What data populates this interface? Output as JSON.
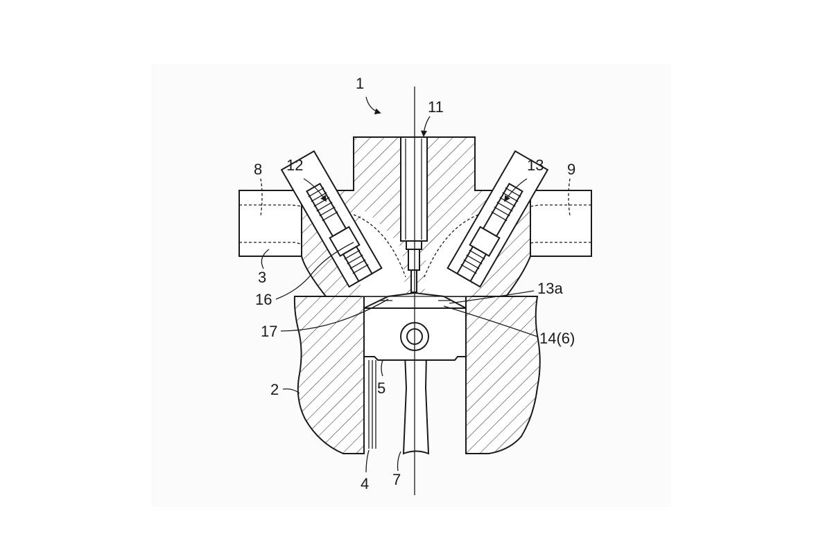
{
  "labels": {
    "engine": "1",
    "cylinder_block": "2",
    "cylinder_head": "3",
    "cylinder_bore": "4",
    "piston": "5",
    "connecting_rod": "7",
    "intake_port": "8",
    "exhaust_port": "9",
    "injector": "11",
    "first_spark_plug": "12",
    "second_spark_plug": "13",
    "plug_electrode": "13a",
    "combustion_chamber": "14(6)",
    "label_16": "16",
    "label_17": "17"
  },
  "colors": {
    "line": "#1a1a1a",
    "background": "#ffffff",
    "panel": "#fbfbfb"
  }
}
